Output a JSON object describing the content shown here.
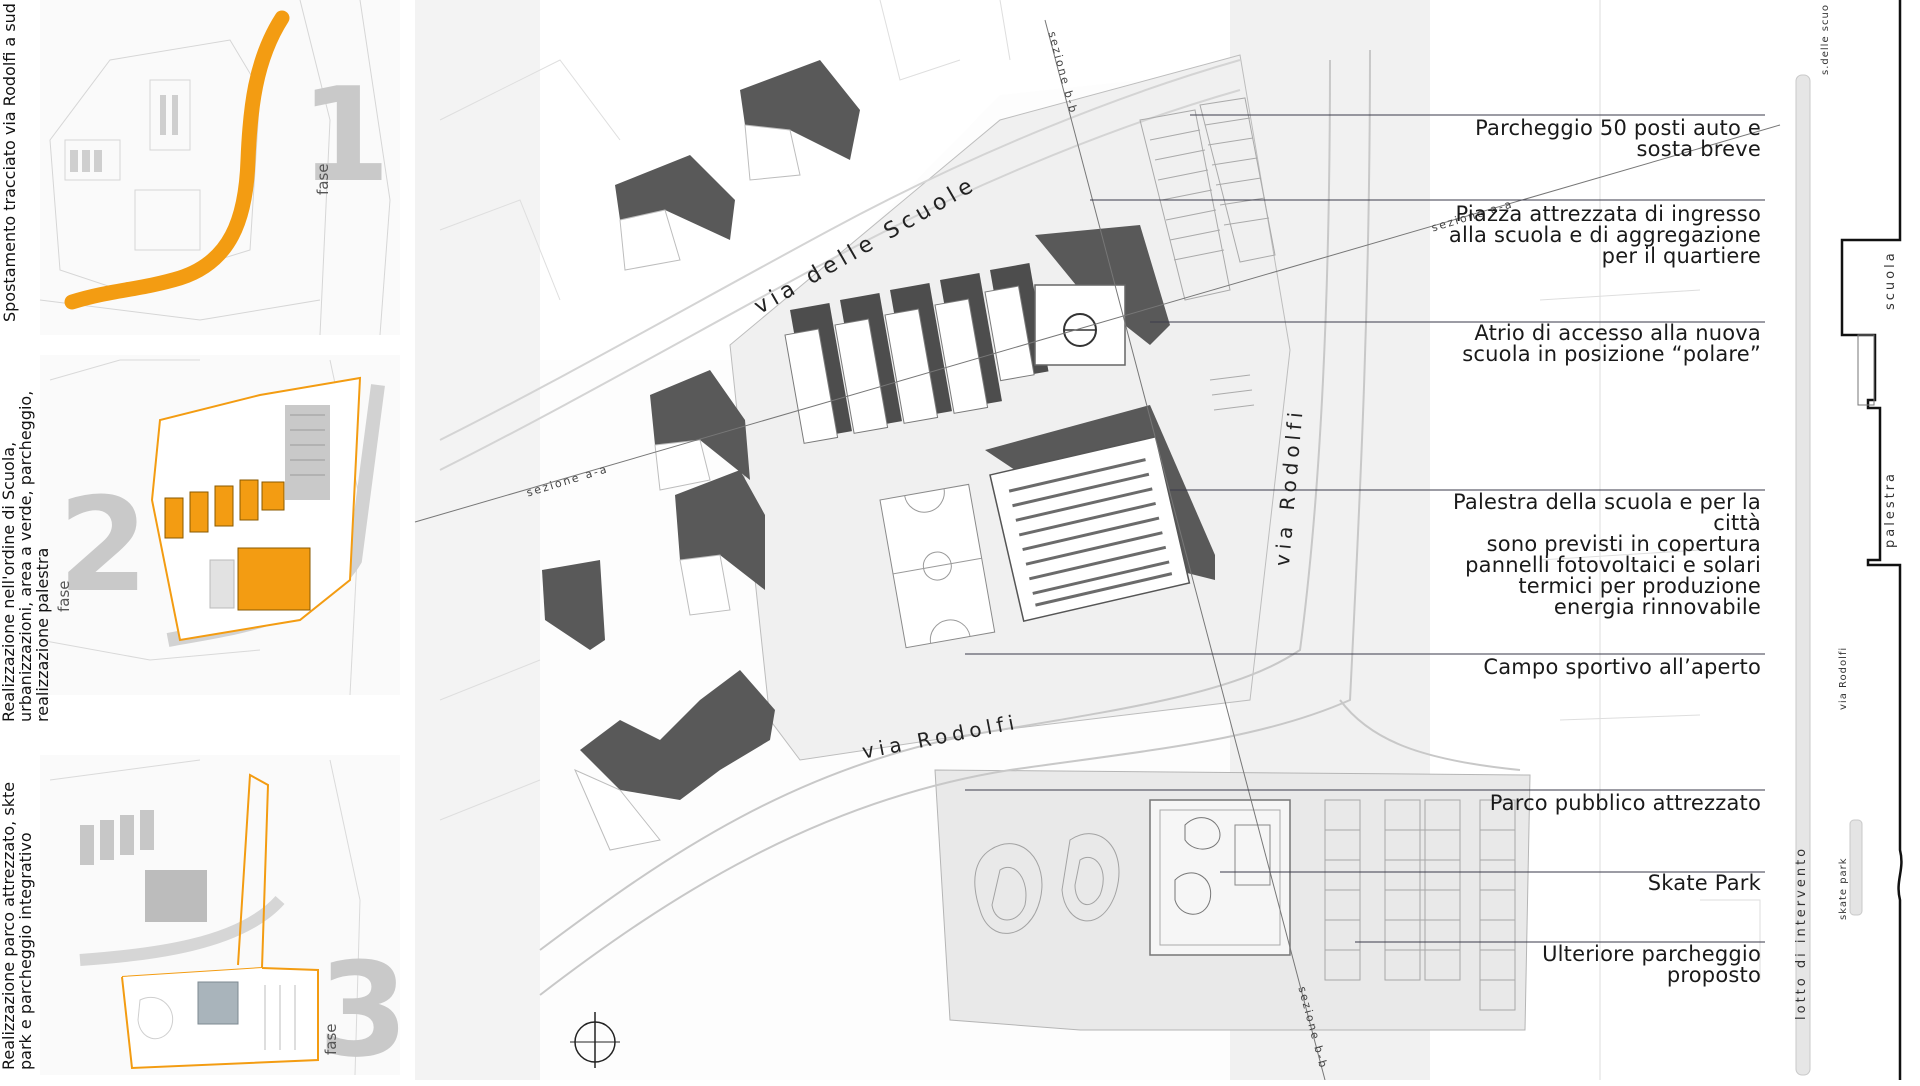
{
  "phases": [
    {
      "number": "1",
      "fase": "fase",
      "description": [
        "Spostamento tracciato via Rodolfi a sud"
      ]
    },
    {
      "number": "2",
      "fase": "fase",
      "description": [
        "Realizzazione nell'ordine di Scuola,",
        "urbanizzazioni, area a verde, parcheggio,",
        "realizzazione palestra"
      ]
    },
    {
      "number": "3",
      "fase": "fase",
      "description": [
        "Realizzazione parco attrezzato, skte",
        "park e parcheggio integrativo"
      ]
    }
  ],
  "streets": {
    "via_scuole": "via delle Scuole",
    "via_rodolfi_h": "via Rodolfi",
    "via_rodolfi_v": "via Rodolfi"
  },
  "sections": {
    "aa_1": "sezione a-a",
    "aa_2": "sezione a-a",
    "bb_1": "sezione b-b",
    "bb_2": "sezione b-b"
  },
  "annotations": [
    {
      "lines": [
        "Parcheggio 50 posti auto e",
        "sosta breve"
      ]
    },
    {
      "lines": [
        "Piazza attrezzata di ingresso",
        "alla scuola e di aggregazione",
        "per il quartiere"
      ]
    },
    {
      "lines": [
        "Atrio di accesso alla nuova",
        "scuola in posizione “polare”"
      ]
    },
    {
      "lines": [
        "Palestra della scuola e per la",
        "città",
        "sono previsti in copertura",
        "pannelli fotovoltaici e solari",
        "termici per produzione",
        "energia rinnovabile"
      ]
    },
    {
      "lines": [
        "Campo sportivo all’aperto"
      ]
    },
    {
      "lines": [
        "Parco pubblico attrezzato"
      ]
    },
    {
      "lines": [
        "Skate Park"
      ]
    },
    {
      "lines": [
        "Ulteriore parcheggio",
        "proposto"
      ]
    }
  ],
  "strip": {
    "lotto": "lotto di intervento",
    "sdelle": "s.delle scuo",
    "scuola": "scuola",
    "palestra": "palestra",
    "via_rodolfi": "via Rodolfi",
    "skate_park": "skate park"
  },
  "colors": {
    "accent": "#f39c12",
    "dark_building": "#555555",
    "light_gray": "#e6e6e6",
    "line": "#3a3a4a"
  }
}
